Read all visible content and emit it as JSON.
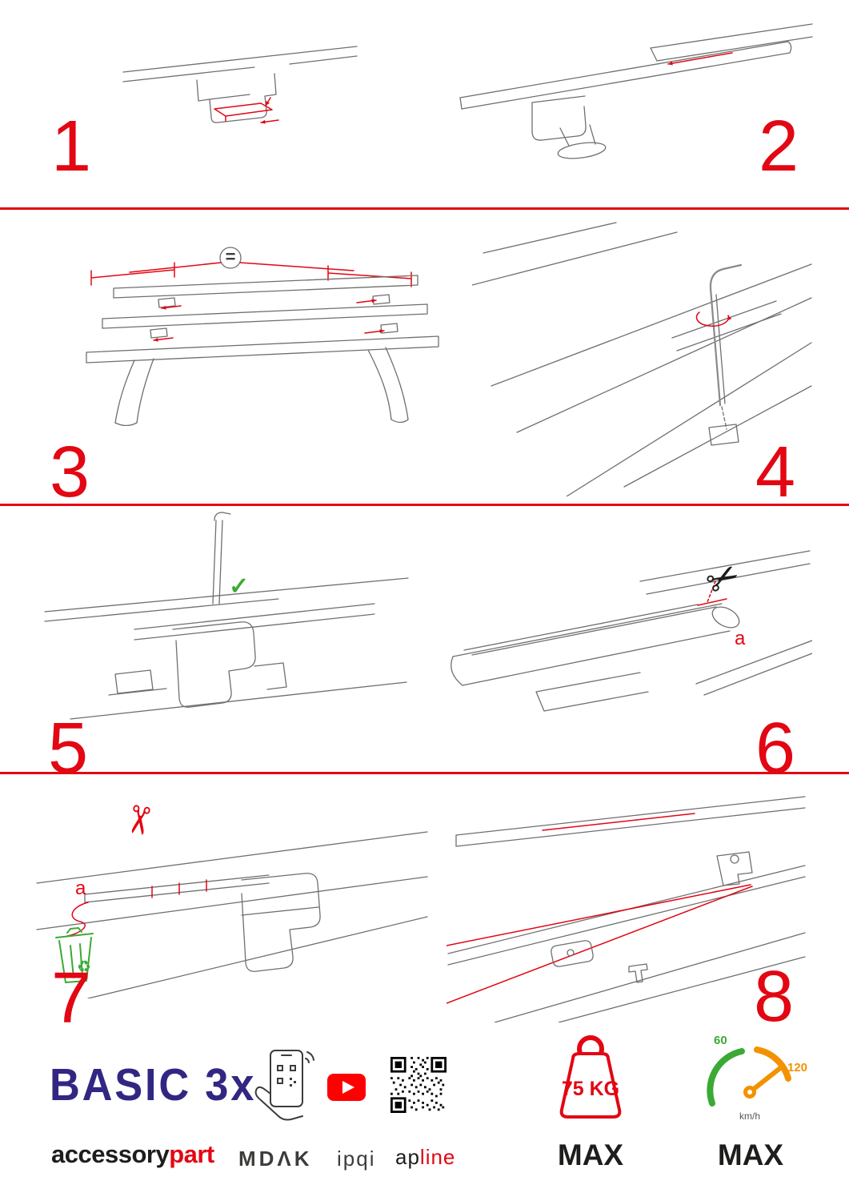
{
  "colors": {
    "red": "#e30613",
    "navy": "#312783",
    "green": "#3aaa35",
    "orange": "#f39200",
    "ink": "#1d1d1b",
    "gray": "#6f6f6f",
    "youtube-red": "#ff0000"
  },
  "steps": [
    {
      "number": "1"
    },
    {
      "number": "2"
    },
    {
      "number": "3"
    },
    {
      "number": "4"
    },
    {
      "number": "5"
    },
    {
      "number": "6"
    },
    {
      "number": "7"
    },
    {
      "number": "8"
    }
  ],
  "annotations": {
    "equal_spacing_symbol": "=",
    "correct_check": "✓",
    "cut_label_step6": "a",
    "cut_label_step7": "a"
  },
  "icons": {
    "scissors": "✂",
    "recycle": "♻"
  },
  "footer": {
    "product_name": "BASIC 3x",
    "brand_prefix": "accessory",
    "brand_suffix": "part",
    "partner_mdak": "MDΛK",
    "partner_ipqi": "ipqi",
    "partner_apline_prefix": "ap",
    "partner_apline_suffix": "line",
    "max_load": "75 KG",
    "max_load_label": "MAX",
    "speed_tick_low": "60",
    "speed_tick_high": "120",
    "speed_unit": "km/h",
    "max_speed_label": "MAX"
  }
}
